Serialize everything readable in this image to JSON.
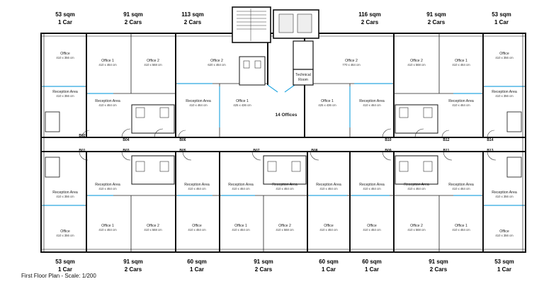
{
  "top_units": [
    {
      "area": "53 sqm",
      "parking": "1 Car"
    },
    {
      "area": "91 sqm",
      "parking": "2 Cars"
    },
    {
      "area": "113 sqm",
      "parking": "2 Cars"
    },
    {
      "area": "116 sqm",
      "parking": "2 Cars"
    },
    {
      "area": "91 sqm",
      "parking": "2 Cars"
    },
    {
      "area": "53 sqm",
      "parking": "1 Car"
    }
  ],
  "bottom_units": [
    {
      "area": "53 sqm",
      "parking": "1 Car"
    },
    {
      "area": "91 sqm",
      "parking": "2 Cars"
    },
    {
      "area": "60 sqm",
      "parking": "1 Car"
    },
    {
      "area": "91 sqm",
      "parking": "2 Cars"
    },
    {
      "area": "60 sqm",
      "parking": "1 Car"
    },
    {
      "area": "60 sqm",
      "parking": "1 Car"
    },
    {
      "area": "91 sqm",
      "parking": "2 Cars"
    },
    {
      "area": "53 sqm",
      "parking": "1 Car"
    }
  ],
  "rooms_top": [
    {
      "name": "Office",
      "dim": "410 x 356 cm"
    },
    {
      "name": "Reception Area",
      "dim": "410 x 356 cm"
    },
    {
      "name": "Office 1",
      "dim": "410 x 464 cm"
    },
    {
      "name": "Reception Area",
      "dim": "410 x 464 cm"
    },
    {
      "name": "Office 2",
      "dim": "410 x 568 cm"
    },
    {
      "name": "Office 2",
      "dim": "620 x 464 cm"
    },
    {
      "name": "Reception Area",
      "dim": "410 x 464 cm"
    },
    {
      "name": "Office 1",
      "dim": "425 x 436 cm"
    },
    {
      "name": "Office 2",
      "dim": "770 x 464 cm"
    },
    {
      "name": "Office 1",
      "dim": "425 x 436 cm"
    },
    {
      "name": "Reception Area",
      "dim": "410 x 464 cm"
    },
    {
      "name": "Office 2",
      "dim": "410 x 568 cm"
    },
    {
      "name": "Office 1",
      "dim": "410 x 464 cm"
    },
    {
      "name": "Reception Area",
      "dim": "410 x 464 cm"
    },
    {
      "name": "Office",
      "dim": "410 x 356 cm"
    },
    {
      "name": "Reception Area",
      "dim": "410 x 356 cm"
    }
  ],
  "rooms_bottom": [
    {
      "name": "Reception Area",
      "dim": "410 x 356 cm"
    },
    {
      "name": "Office",
      "dim": "410 x 356 cm"
    },
    {
      "name": "Reception Area",
      "dim": "410 x 464 cm"
    },
    {
      "name": "Office 1",
      "dim": "410 x 464 cm"
    },
    {
      "name": "Reception Area",
      "dim": "410 x 464 cm"
    },
    {
      "name": "Office 2",
      "dim": "410 x 568 cm"
    },
    {
      "name": "Reception Area",
      "dim": "410 x 464 cm"
    },
    {
      "name": "Office",
      "dim": "410 x 464 cm"
    },
    {
      "name": "Reception Area",
      "dim": "410 x 464 cm"
    },
    {
      "name": "Office 1",
      "dim": "410 x 464 cm"
    },
    {
      "name": "Office 2",
      "dim": "410 x 568 cm"
    },
    {
      "name": "Reception Area",
      "dim": "410 x 464 cm"
    },
    {
      "name": "Office",
      "dim": "410 x 464 cm"
    },
    {
      "name": "Reception Area",
      "dim": "410 x 464 cm"
    },
    {
      "name": "Office",
      "dim": "410 x 464 cm"
    },
    {
      "name": "Reception Area",
      "dim": "410 x 464 cm"
    },
    {
      "name": "Office 2",
      "dim": "410 x 568 cm"
    },
    {
      "name": "Reception Area",
      "dim": "410 x 464 cm"
    },
    {
      "name": "Office 1",
      "dim": "410 x 464 cm"
    },
    {
      "name": "Reception Area",
      "dim": "410 x 356 cm"
    },
    {
      "name": "Office",
      "dim": "410 x 356 cm"
    }
  ],
  "core": {
    "technical_room": [
      "Technical",
      "Room"
    ],
    "hall_label": "14 Offices"
  },
  "doors_upper": [
    "B02",
    "B04",
    "B06",
    "B10",
    "B12",
    "B14"
  ],
  "doors_lower": [
    "B01",
    "B03",
    "B05",
    "B07",
    "B08",
    "B09",
    "B11",
    "B13"
  ],
  "caption": "First Floor Plan - Scale: 1/200"
}
